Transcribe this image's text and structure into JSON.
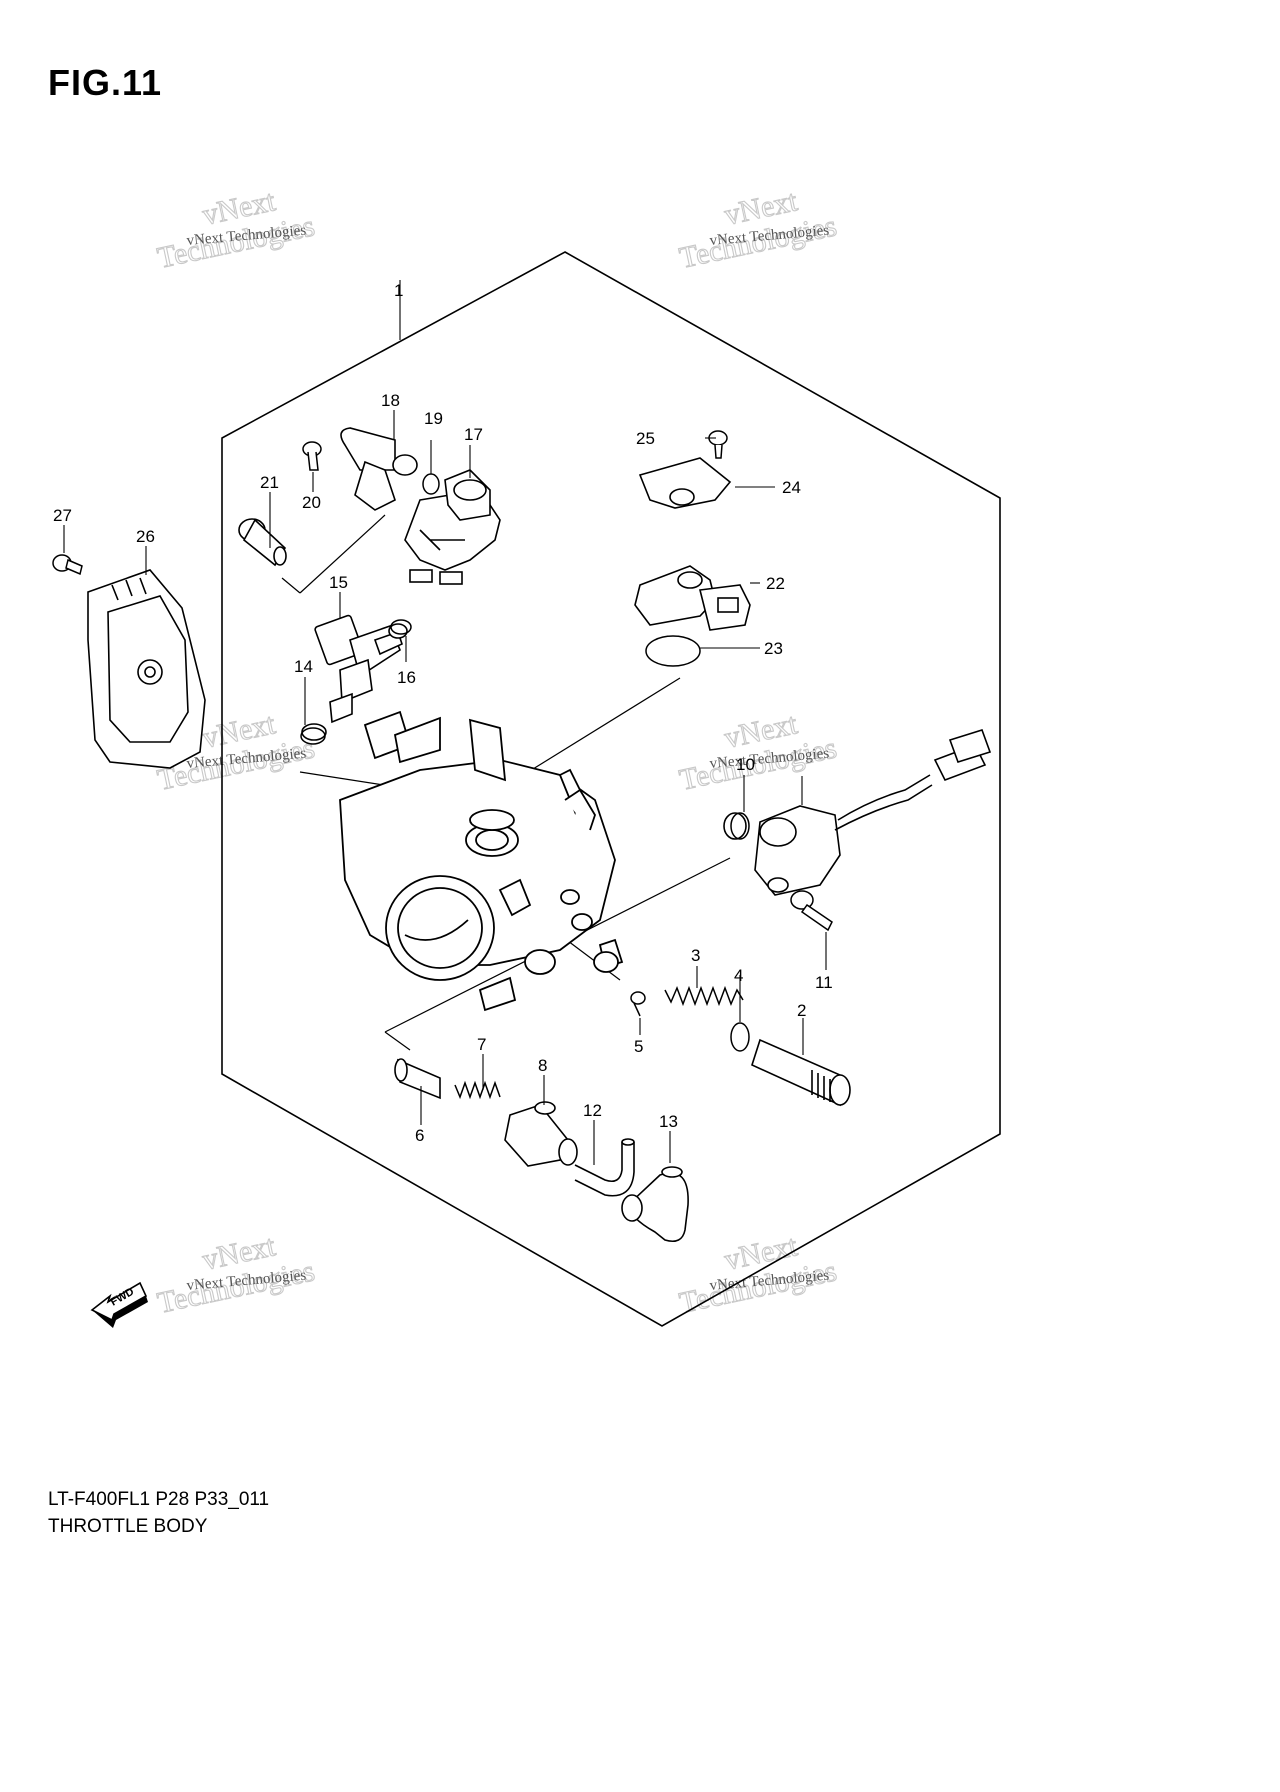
{
  "figure": {
    "title": "FIG.11"
  },
  "caption": {
    "model_code": "LT-F400FL1 P28 P33_011",
    "name": "THROTTLE BODY"
  },
  "watermark": {
    "line1": "vNext",
    "line2": "Technologies",
    "small": "vNext Technologies"
  },
  "fwd_arrow": {
    "label": "FWD"
  },
  "callouts": [
    "1",
    "2",
    "3",
    "4",
    "5",
    "6",
    "7",
    "8",
    "10",
    "11",
    "12",
    "13",
    "14",
    "15",
    "16",
    "17",
    "18",
    "19",
    "20",
    "21",
    "22",
    "23",
    "24",
    "25",
    "26",
    "27"
  ]
}
